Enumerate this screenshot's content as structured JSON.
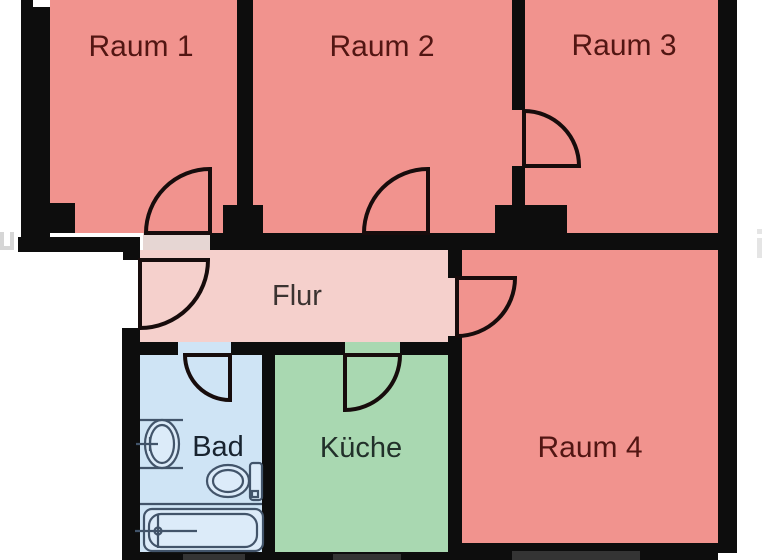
{
  "rooms": {
    "raum1": {
      "label": "Raum 1"
    },
    "raum2": {
      "label": "Raum 2"
    },
    "raum3": {
      "label": "Raum 3"
    },
    "flur": {
      "label": "Flur"
    },
    "bad": {
      "label": "Bad"
    },
    "kueche": {
      "label": "Küche"
    },
    "raum4": {
      "label": "Raum 4"
    }
  },
  "colors": {
    "room": "#f1938e",
    "hall": "#f5d0cc",
    "bath": "#cfe4f5",
    "kitchen": "#a9d8b1",
    "wall": "#0d0d0d",
    "door_stroke": "#170c0c",
    "threshold": "#e6d6d3",
    "window": "#343434",
    "fixture": "#42546a",
    "fixture_fill": "#dcebf9",
    "text_room": "#521613",
    "text_hall": "#3b3331",
    "text_bath": "#18232f",
    "text_kitchen": "#22302a",
    "artifact": "#b5b5b5",
    "outside": "#ffffff"
  }
}
